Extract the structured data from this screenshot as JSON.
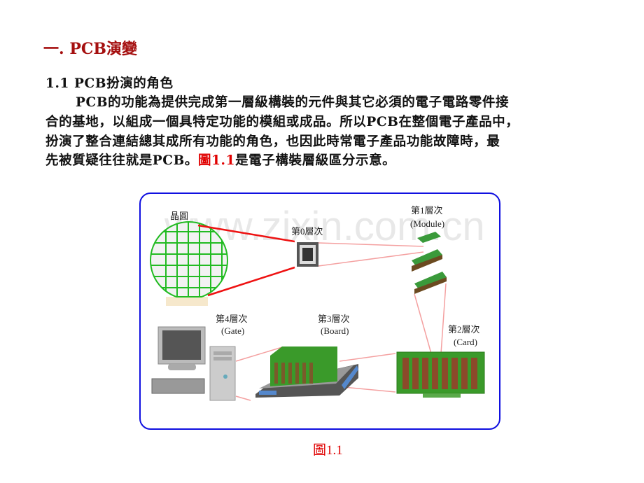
{
  "heading": "一. PCB演變",
  "section_title": "1.1 PCB扮演的角色",
  "paragraph": {
    "line1": "PCB的功能為提供完成第一層級構裝的元件與其它必須的電子電路零件接",
    "line2": "合的基地，以組成一個具特定功能的模組或成品。所以PCB在整個電子產品中，",
    "line3": "扮演了整合連結總其成所有功能的角色，也因此時常電子產品功能故障時，最",
    "line4_pre": "先被質疑往往就是PCB。",
    "line4_ref": "圖1.1",
    "line4_post": "是電子構裝層級區分示意。"
  },
  "figure": {
    "watermark": "www.zixin.com.cn",
    "wafer_label": "晶圓",
    "level0": "第0層次",
    "level1": "第1層次",
    "level1_en": "(Module)",
    "level2": "第2層次",
    "level2_en": "(Card)",
    "level3": "第3層次",
    "level3_en": "(Board)",
    "level4": "第4層次",
    "level4_en": "(Gate)",
    "caption": "圖1.1"
  },
  "colors": {
    "heading": "#a50f0f",
    "reference": "#e00000",
    "frame": "#1010e0",
    "wafer_grid": "#22bb22"
  }
}
